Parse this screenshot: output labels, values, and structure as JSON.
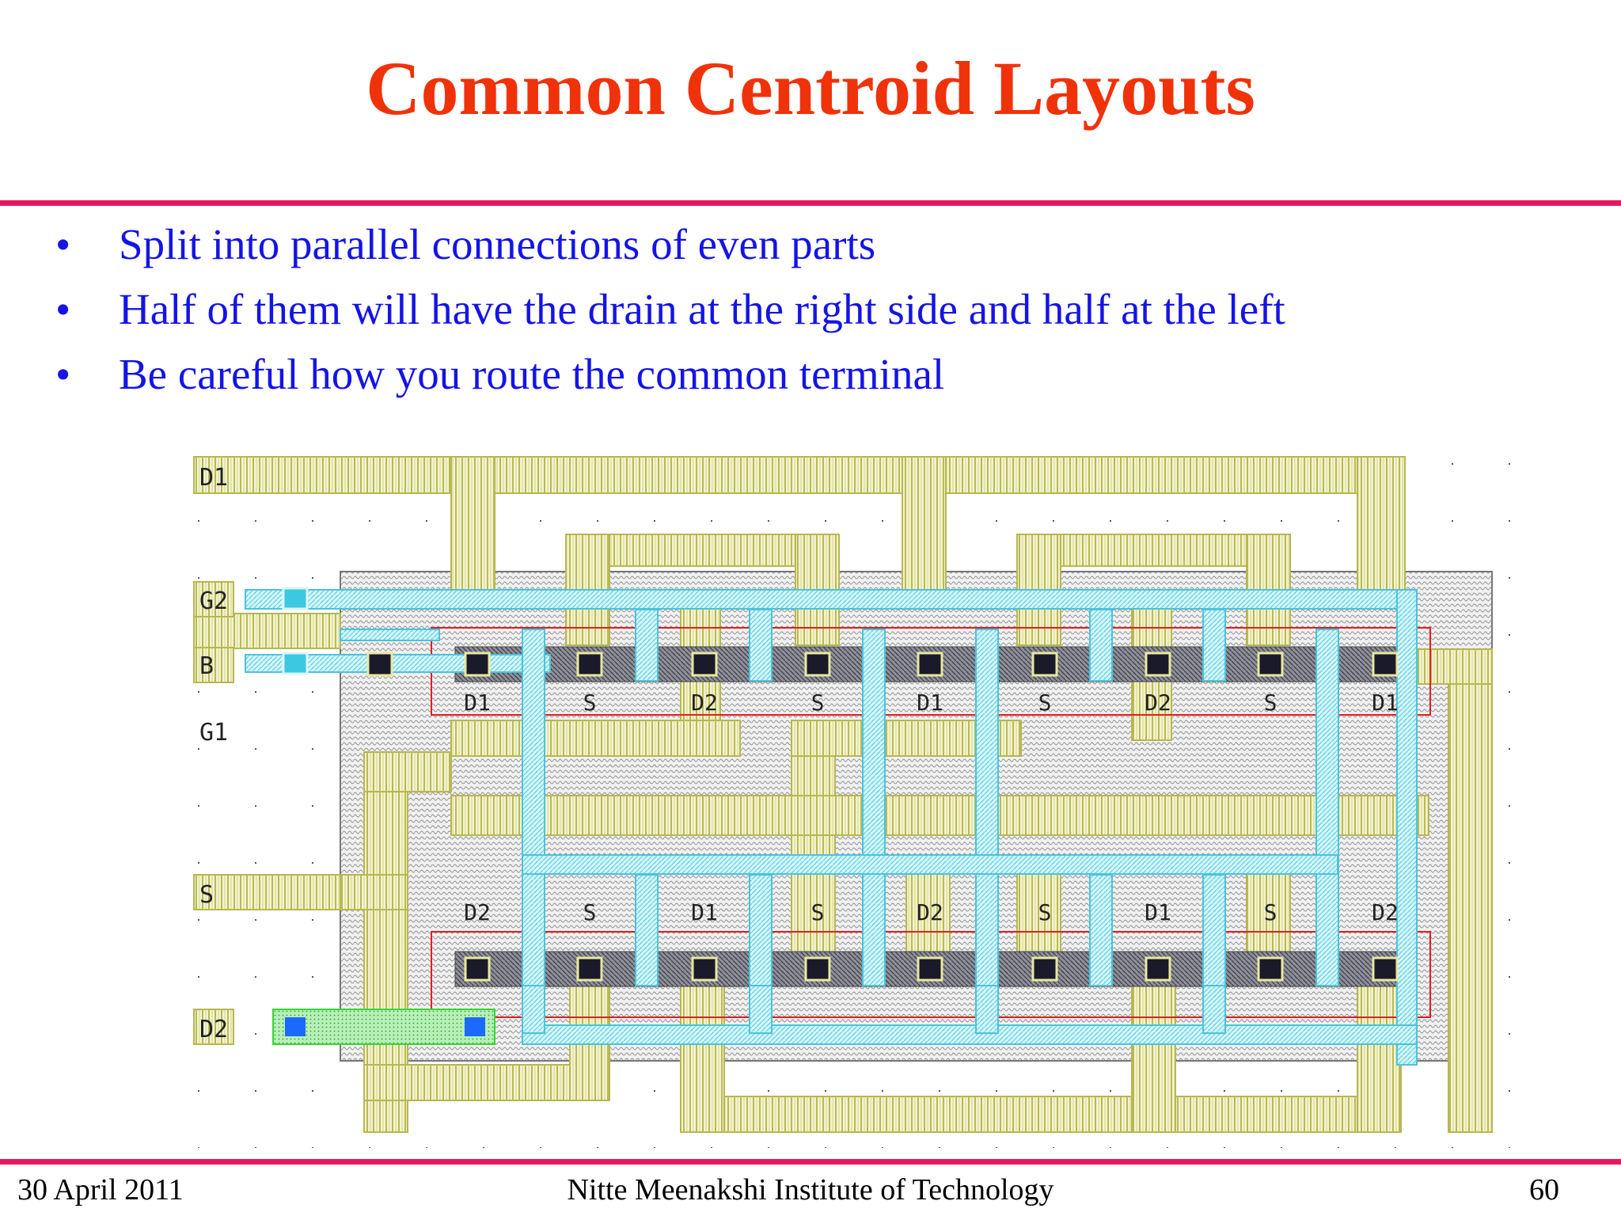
{
  "slide": {
    "title": "Common Centroid Layouts",
    "bullets": [
      "Split into parallel connections of even parts",
      "Half of them will have the drain at the right side and half at the left",
      "Be careful how you route the common terminal"
    ],
    "bullet_symbol": "•"
  },
  "layout": {
    "ports": [
      "D1",
      "G2",
      "B",
      "G1",
      "S",
      "D2"
    ],
    "top_row_labels": [
      "D1",
      "S",
      "D2",
      "S",
      "D1",
      "S",
      "D2",
      "S",
      "D1"
    ],
    "bottom_row_labels": [
      "D2",
      "S",
      "D1",
      "S",
      "D2",
      "S",
      "D1",
      "S",
      "D2"
    ]
  },
  "footer": {
    "date": "30 April 2011",
    "institution": "Nitte Meenakshi Institute of Technology",
    "page": "60"
  },
  "colors": {
    "title": "#f0320a",
    "bullet_text": "#1414e6",
    "rule": "#e8175d",
    "metal": "#c8c870",
    "poly": "#5ad2e6",
    "active_outline": "#e02020",
    "diffusion": "#55555a",
    "contact": "#1a1a2a",
    "well": "#9a9a9a",
    "green_contact": "#39d639",
    "blue_contact": "#1a6aff"
  }
}
